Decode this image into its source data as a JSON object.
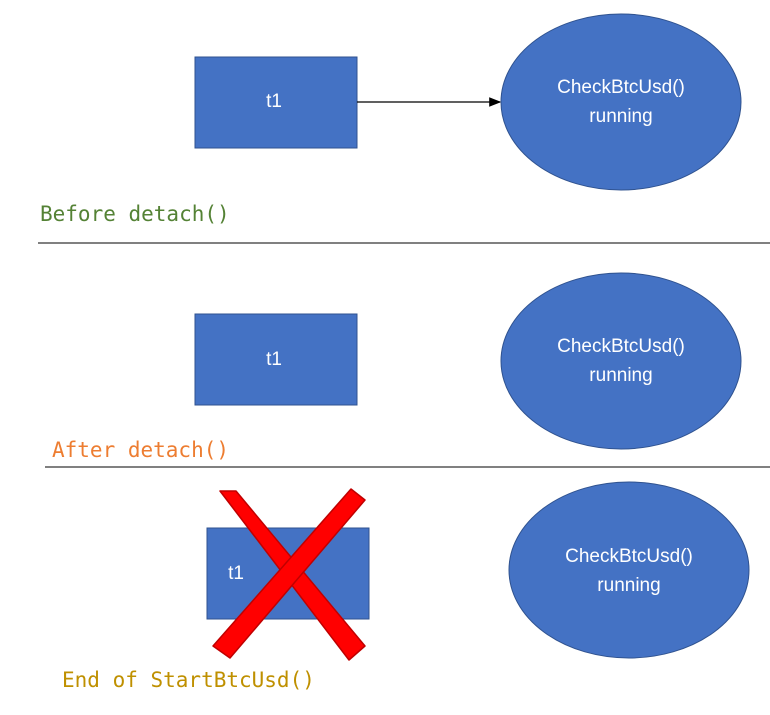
{
  "sections": [
    {
      "box_label": "t1",
      "oval_line1": "CheckBtcUsd()",
      "oval_line2": "running",
      "caption": "Before detach()"
    },
    {
      "box_label": "t1",
      "oval_line1": "CheckBtcUsd()",
      "oval_line2": "running",
      "caption": "After detach()"
    },
    {
      "box_label": "t1",
      "oval_line1": "CheckBtcUsd()",
      "oval_line2": "running",
      "caption": "End of StartBtcUsd()"
    }
  ],
  "colors": {
    "shape_fill": "#4472C4",
    "shape_stroke": "#2F528F",
    "caption_before": "#548235",
    "caption_after": "#ED7D31",
    "caption_end": "#BF9000",
    "cross": "#FF0000"
  }
}
